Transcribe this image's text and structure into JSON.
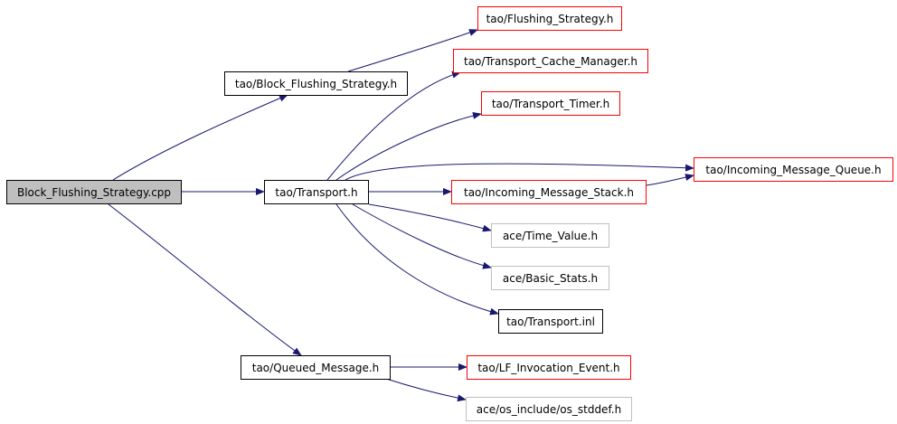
{
  "diagram": {
    "colors": {
      "edge": "#191970",
      "root_fill": "#bfbfbf",
      "red_border": "#ff0000",
      "gray_border": "#bfbfbf",
      "black_border": "#000000"
    },
    "nodes": {
      "root": "Block_Flushing_Strategy.cpp",
      "block_flushing_strategy_h": "tao/Block_Flushing_Strategy.h",
      "flushing_strategy_h": "tao/Flushing_Strategy.h",
      "transport_cache_manager_h": "tao/Transport_Cache_Manager.h",
      "transport_timer_h": "tao/Transport_Timer.h",
      "incoming_message_queue_h": "tao/Incoming_Message_Queue.h",
      "transport_h": "tao/Transport.h",
      "incoming_message_stack_h": "tao/Incoming_Message_Stack.h",
      "time_value_h": "ace/Time_Value.h",
      "basic_stats_h": "ace/Basic_Stats.h",
      "transport_inl": "tao/Transport.inl",
      "queued_message_h": "tao/Queued_Message.h",
      "lf_invocation_event_h": "tao/LF_Invocation_Event.h",
      "os_stddef_h": "ace/os_include/os_stddef.h"
    }
  }
}
